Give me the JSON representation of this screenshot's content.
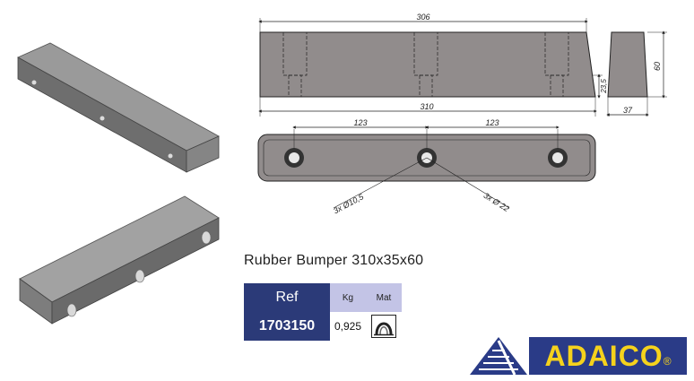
{
  "drawing": {
    "dim_top_length": "306",
    "dim_bottom_length": "310",
    "dim_height": "60",
    "dim_depth": "37",
    "dim_slot_height": "23,5",
    "dim_hole_spacing_left": "123",
    "dim_hole_spacing_right": "123",
    "hole_small_callout": "3x Ø10,5",
    "hole_large_callout": "3x Ø 22"
  },
  "product": {
    "title": "Rubber Bumper 310x35x60",
    "ref_label": "Ref",
    "ref_value": "1703150",
    "kg_label": "Kg",
    "kg_value": "0,925",
    "mat_label": "Mat",
    "mat_icon": "rubber-tire-icon"
  },
  "brand": {
    "name": "ADAICO",
    "registered": "®"
  },
  "colors": {
    "ref_bg": "#2b3a78",
    "header_bg": "#c3c4e6",
    "brand_bg": "#2a3b87",
    "brand_text": "#f5d21c"
  }
}
